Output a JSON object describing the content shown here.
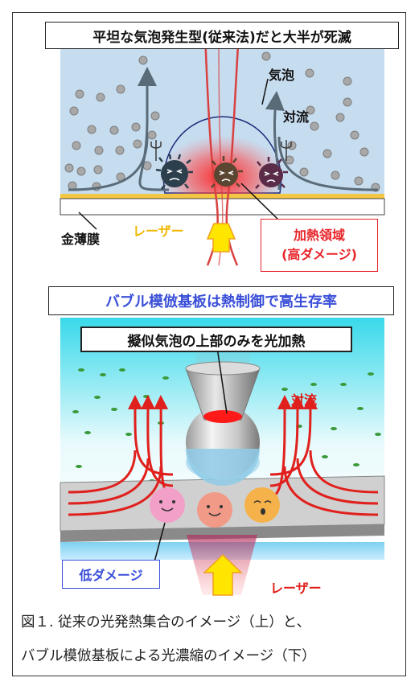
{
  "top": {
    "title": "平坦な気泡発生型(従来法)だと大半が死滅",
    "bubble": "気泡",
    "convection": "対流",
    "gold_film": "金薄膜",
    "laser": "レーザー",
    "heat_region_line1": "加熱領域",
    "heat_region_line2": "(高ダメージ)"
  },
  "bottom": {
    "title": "バブル模倣基板は熱制御で高生存率",
    "heat_note": "擬似気泡の上部のみを光加熱",
    "convection": "対流",
    "low_damage": "低ダメージ",
    "laser": "レーザー"
  },
  "caption": {
    "line1": "図１. 従来の光発熱集合のイメージ（上）と、",
    "line2": "バブル模倣基板による光濃縮のイメージ（下）"
  },
  "colors": {
    "water_top": "#c6dcef",
    "heat_red": "#e8242a",
    "gold": "#f3c644",
    "laser_yellow": "#ffe600",
    "convection_red": "#e0201c",
    "title_blue": "#3a4fd8"
  }
}
